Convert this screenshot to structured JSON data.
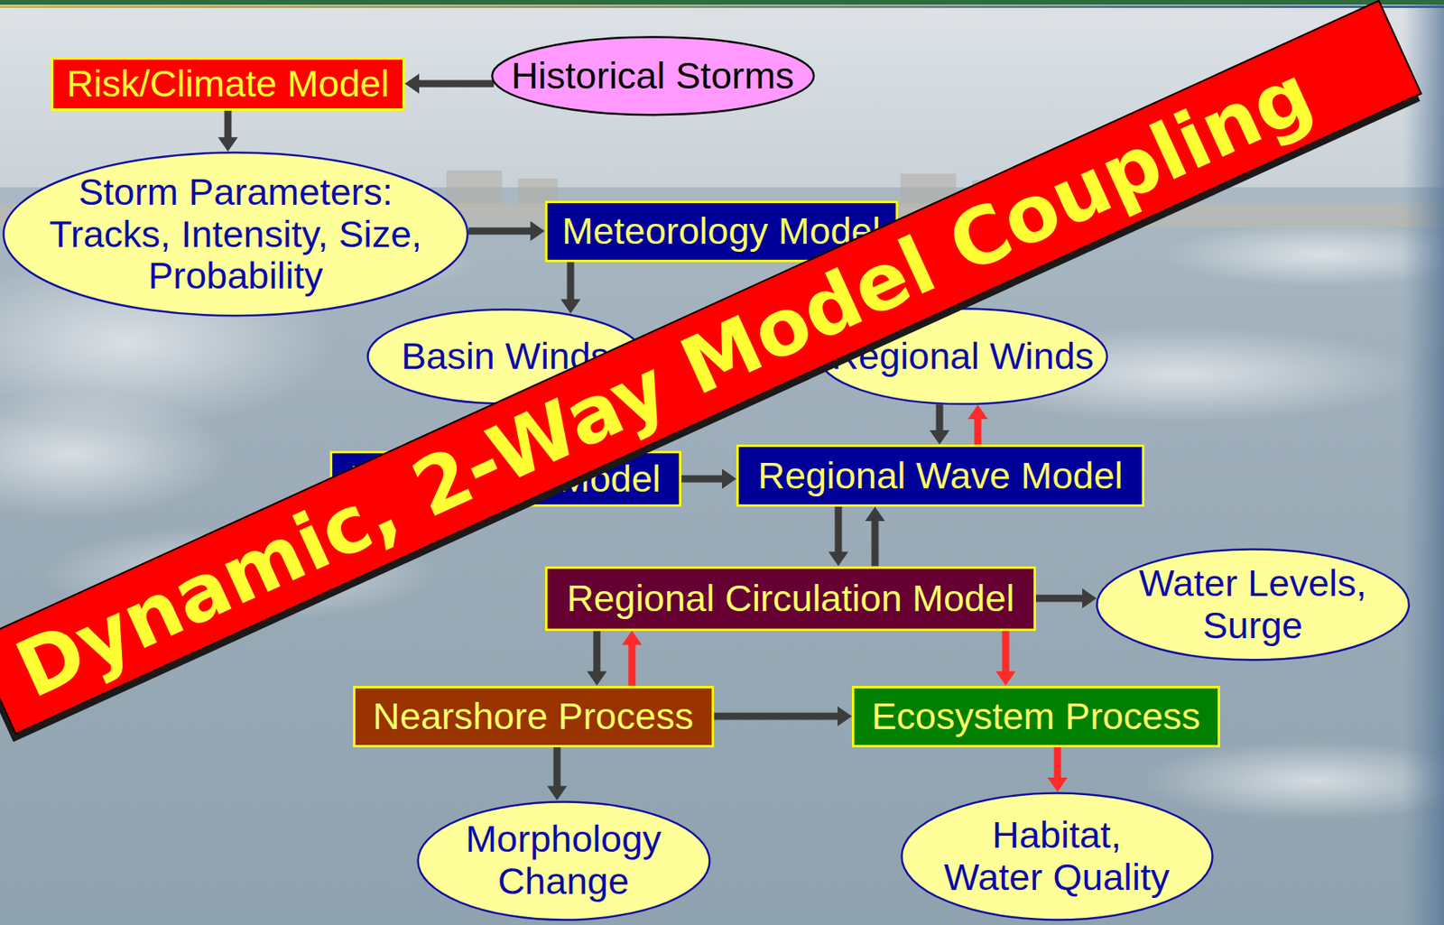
{
  "diagram": {
    "nodes": [
      {
        "text": [
          "Risk/Climate Model"
        ]
      },
      {
        "text": [
          "Historical Storms"
        ]
      },
      {
        "text": [
          "Storm Parameters: Tracks, Intensity, Size, Probability"
        ]
      },
      {
        "text": [
          "Meteorology Model"
        ]
      },
      {
        "text": [
          "Basin Winds"
        ]
      },
      {
        "text": [
          "Regional Winds"
        ]
      },
      {
        "text": [
          "Basin Wave Model"
        ]
      },
      {
        "text": [
          "Regional Wave Model"
        ]
      },
      {
        "text": [
          "Regional Circulation Model"
        ]
      },
      {
        "text": [
          "Water Levels, Surge"
        ]
      },
      {
        "text": [
          "Nearshore Process"
        ]
      },
      {
        "text": [
          "Ecosystem Process"
        ]
      },
      {
        "text": [
          "Morphology Change"
        ]
      },
      {
        "text": [
          "Habitat, Water Quality"
        ]
      }
    ],
    "edges": [
      {
        "from": 1,
        "to": 0,
        "arrow": "to"
      },
      {
        "from": 0,
        "to": 2,
        "arrow": "to"
      },
      {
        "from": 2,
        "to": 3,
        "arrow": "to"
      },
      {
        "from": 3,
        "to": 4,
        "arrow": "to"
      },
      {
        "from": 5,
        "to": 7,
        "arrow": "to"
      },
      {
        "from": 7,
        "to": 5,
        "arrow": "to"
      },
      {
        "from": 6,
        "to": 7,
        "arrow": "to"
      },
      {
        "from": 7,
        "to": 8,
        "arrow": "to"
      },
      {
        "from": 8,
        "to": 7,
        "arrow": "to"
      },
      {
        "from": 8,
        "to": 9,
        "arrow": "to"
      },
      {
        "from": 8,
        "to": 10,
        "arrow": "to"
      },
      {
        "from": 10,
        "to": 8,
        "arrow": "to"
      },
      {
        "from": 8,
        "to": 11,
        "arrow": "to"
      },
      {
        "from": 10,
        "to": 11,
        "arrow": "to"
      },
      {
        "from": 10,
        "to": 12,
        "arrow": "to"
      },
      {
        "from": 11,
        "to": 13,
        "arrow": "to"
      }
    ],
    "labels": [
      "Dynamic, 2-Way Model Coupling"
    ]
  }
}
